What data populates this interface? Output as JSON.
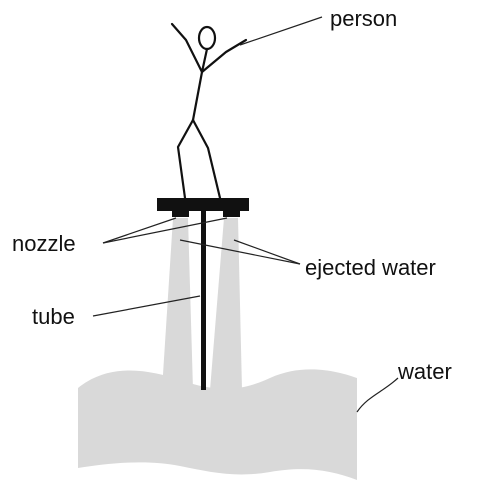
{
  "labels": {
    "person": "person",
    "nozzle": "nozzle",
    "ejected_water": "ejected water",
    "tube": "tube",
    "water": "water"
  },
  "colors": {
    "water": "#d9d9d9",
    "ink": "#111111"
  }
}
